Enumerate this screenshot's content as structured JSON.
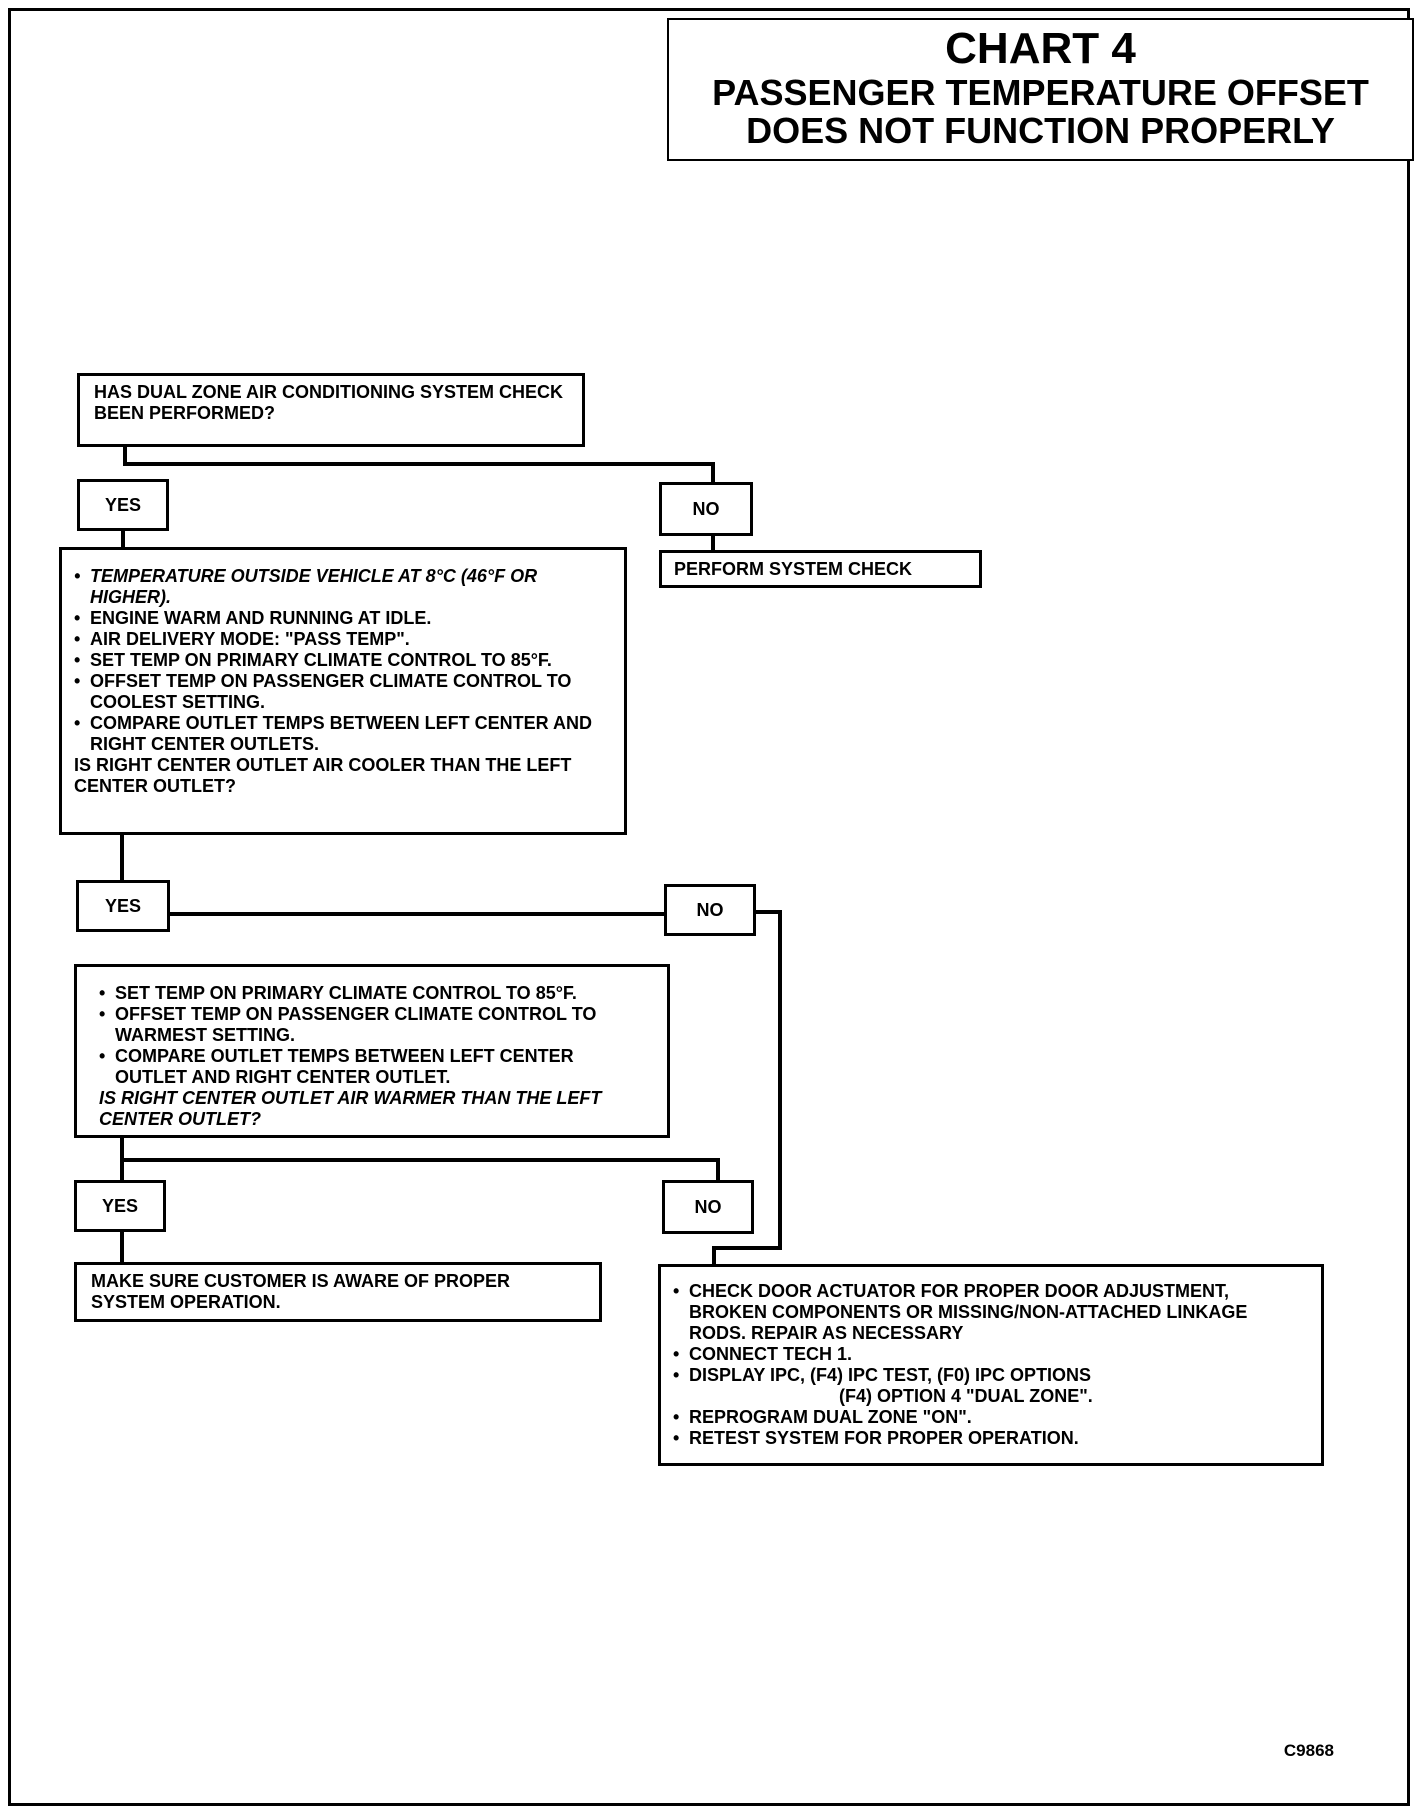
{
  "title": {
    "main": "CHART 4",
    "line1": "PASSENGER TEMPERATURE OFFSET",
    "line2": "DOES NOT FUNCTION PROPERLY"
  },
  "q1": {
    "text": "HAS DUAL ZONE AIR CONDITIONING SYSTEM CHECK BEEN PERFORMED?"
  },
  "labels": {
    "yes": "YES",
    "no": "NO"
  },
  "no1_action": "PERFORM SYSTEM CHECK",
  "q2": {
    "items": [
      "TEMPERATURE OUTSIDE VEHICLE AT 8°C (46°F OR HIGHER).",
      "ENGINE WARM AND RUNNING AT IDLE.",
      "AIR DELIVERY MODE: \"PASS TEMP\".",
      "SET TEMP ON PRIMARY CLIMATE CONTROL TO 85°F.",
      "OFFSET TEMP ON PASSENGER CLIMATE CONTROL TO COOLEST SETTING.",
      "COMPARE OUTLET TEMPS BETWEEN LEFT CENTER AND RIGHT CENTER OUTLETS."
    ],
    "question": "IS RIGHT CENTER OUTLET AIR COOLER THAN THE LEFT CENTER OUTLET?"
  },
  "q3": {
    "items": [
      "SET TEMP ON PRIMARY CLIMATE CONTROL TO 85°F.",
      "OFFSET TEMP ON PASSENGER CLIMATE CONTROL TO WARMEST SETTING.",
      "COMPARE OUTLET TEMPS BETWEEN LEFT CENTER OUTLET AND RIGHT CENTER OUTLET."
    ],
    "question": "IS RIGHT CENTER OUTLET AIR WARMER THAN THE LEFT CENTER OUTLET?"
  },
  "yes3_action": "MAKE SURE CUSTOMER IS AWARE OF PROPER SYSTEM OPERATION.",
  "no3_action": {
    "items": [
      "CHECK DOOR ACTUATOR FOR PROPER DOOR ADJUSTMENT, BROKEN COMPONENTS OR MISSING/NON-ATTACHED LINKAGE RODS. REPAIR AS NECESSARY",
      "CONNECT TECH 1.",
      "DISPLAY IPC, (F4) IPC TEST, (F0) IPC OPTIONS",
      "REPROGRAM DUAL ZONE \"ON\".",
      "RETEST SYSTEM FOR PROPER OPERATION."
    ],
    "display_cont": "(F4) OPTION 4 \"DUAL ZONE\"."
  },
  "figure_code": "C9868"
}
